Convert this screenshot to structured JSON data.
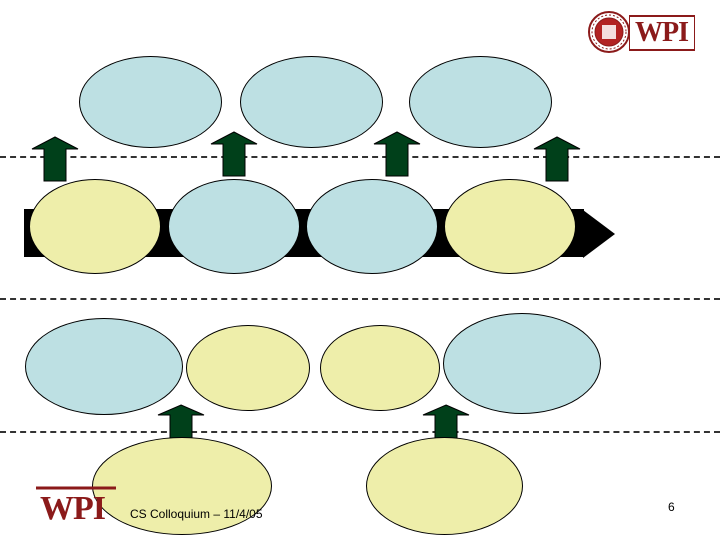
{
  "colors": {
    "blue": "#bde0e3",
    "yellow": "#eeeeaa",
    "arrow_green": "#00401a",
    "maroon": "#8b1a1a"
  },
  "logo": {
    "top_wordmark": "WPI",
    "bottom_wordmark": "WPI",
    "seal_icon": "wpi-seal-icon"
  },
  "footer": {
    "course": "CS Colloquium – 11/4/05",
    "page_number": "6"
  }
}
